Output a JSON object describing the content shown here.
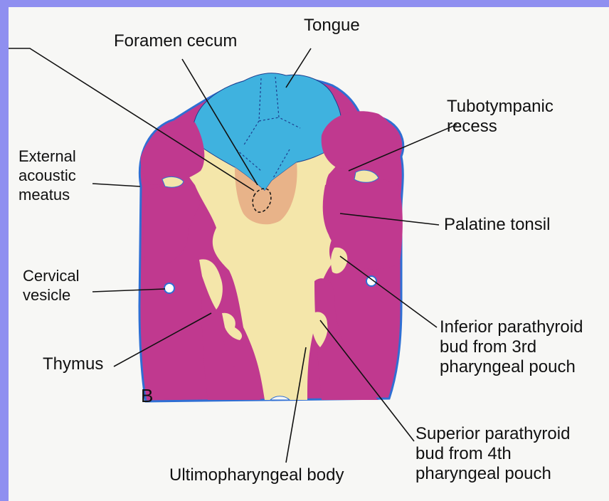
{
  "labels": {
    "foramen_cecum": "Foramen cecum",
    "tongue": "Tongue",
    "tubotympanic": "Tubotympanic\nrecess",
    "external_meatus": "External\nacoustic\nmeatus",
    "palatine_tonsil": "Palatine tonsil",
    "cervical_vesicle": "Cervical\nvesicle",
    "thymus": "Thymus",
    "inferior_parathyroid": "Inferior parathyroid\nbud from 3rd\npharyngeal pouch",
    "superior_parathyroid": "Superior parathyroid\nbud from 4th\npharyngeal pouch",
    "ultimopharyngeal": "Ultimopharyngeal body",
    "panel": "B"
  },
  "colors": {
    "frame": "#8f8ff0",
    "page": "#f7f7f5",
    "arch": "#c0398f",
    "tongue": "#3fb2df",
    "floor": "#f4e6aa",
    "thyroid": "#e8b389",
    "outline": "#2f6fd4"
  }
}
